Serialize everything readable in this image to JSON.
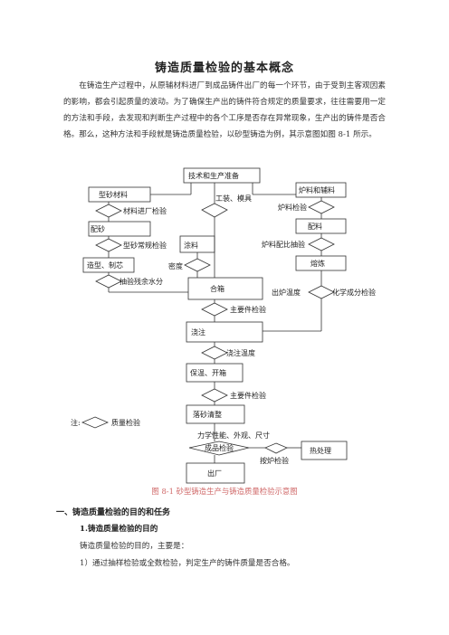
{
  "title": "铸造质量检验的基本概念",
  "intro": "在铸造生产过程中，从原辅材料进厂到成品铸件出厂的每一个环节，由于受到主客观因素的影响，都会引起质量的波动。为了确保生产出的铸件符合规定的质量要求，往往需要用一定的方法和手段，去发现和判断生产过程中的各个工序是否存在异常现象，生产出的铸件是否合格。那么，这种方法和手段就是铸造质量检验，以砂型铸造为例，其示意图如图 8-1 所示。",
  "flow": {
    "tech_prep": "技术和生产准备",
    "molding_sand": "型砂材料",
    "furnace_material": "炉料和辅料",
    "tooling": "工装、模具",
    "material_inspection": "材料进厂检验",
    "furnace_inspection": "炉料检验",
    "sand_mixing": "配砂",
    "batching": "配料",
    "sand_routine": "型砂常规检验",
    "coating": "涂料",
    "batch_sampling": "炉料配比抽验",
    "molding_core": "造型、制芯",
    "density": "密度",
    "melting": "熔炼",
    "residual_moisture": "抽验残余水分",
    "closing": "合箱",
    "tap_temp": "出炉温度",
    "chem_analysis": "化学成分检验",
    "key_inspection_1": "主要件检验",
    "pouring": "浇注",
    "pour_temp": "浇注温度",
    "insulate_open": "保温、开箱",
    "key_inspection_2": "主要件检验",
    "shakeout": "落砂清整",
    "legend_note": "注:",
    "legend_label": "质量检验",
    "mech_properties": "力学性能、外观、尺寸",
    "final_inspection": "成品检验",
    "heat_treatment": "热处理",
    "furnace_batch": "按炉检验",
    "shipment": "出厂"
  },
  "caption": "图 8-1  砂型铸造生产与铸造质量检验示意图",
  "section_heading": "一、铸造质量检验的目的和任务",
  "subsection_heading": "1.铸造质量检验的目的",
  "para_1": "铸造质量检验的目的，主要是：",
  "para_2": "1）通过抽样检验或全数检验，判定生产的铸件质量是否合格。",
  "colors": {
    "caption": "#d06a6a",
    "line": "#333333"
  }
}
